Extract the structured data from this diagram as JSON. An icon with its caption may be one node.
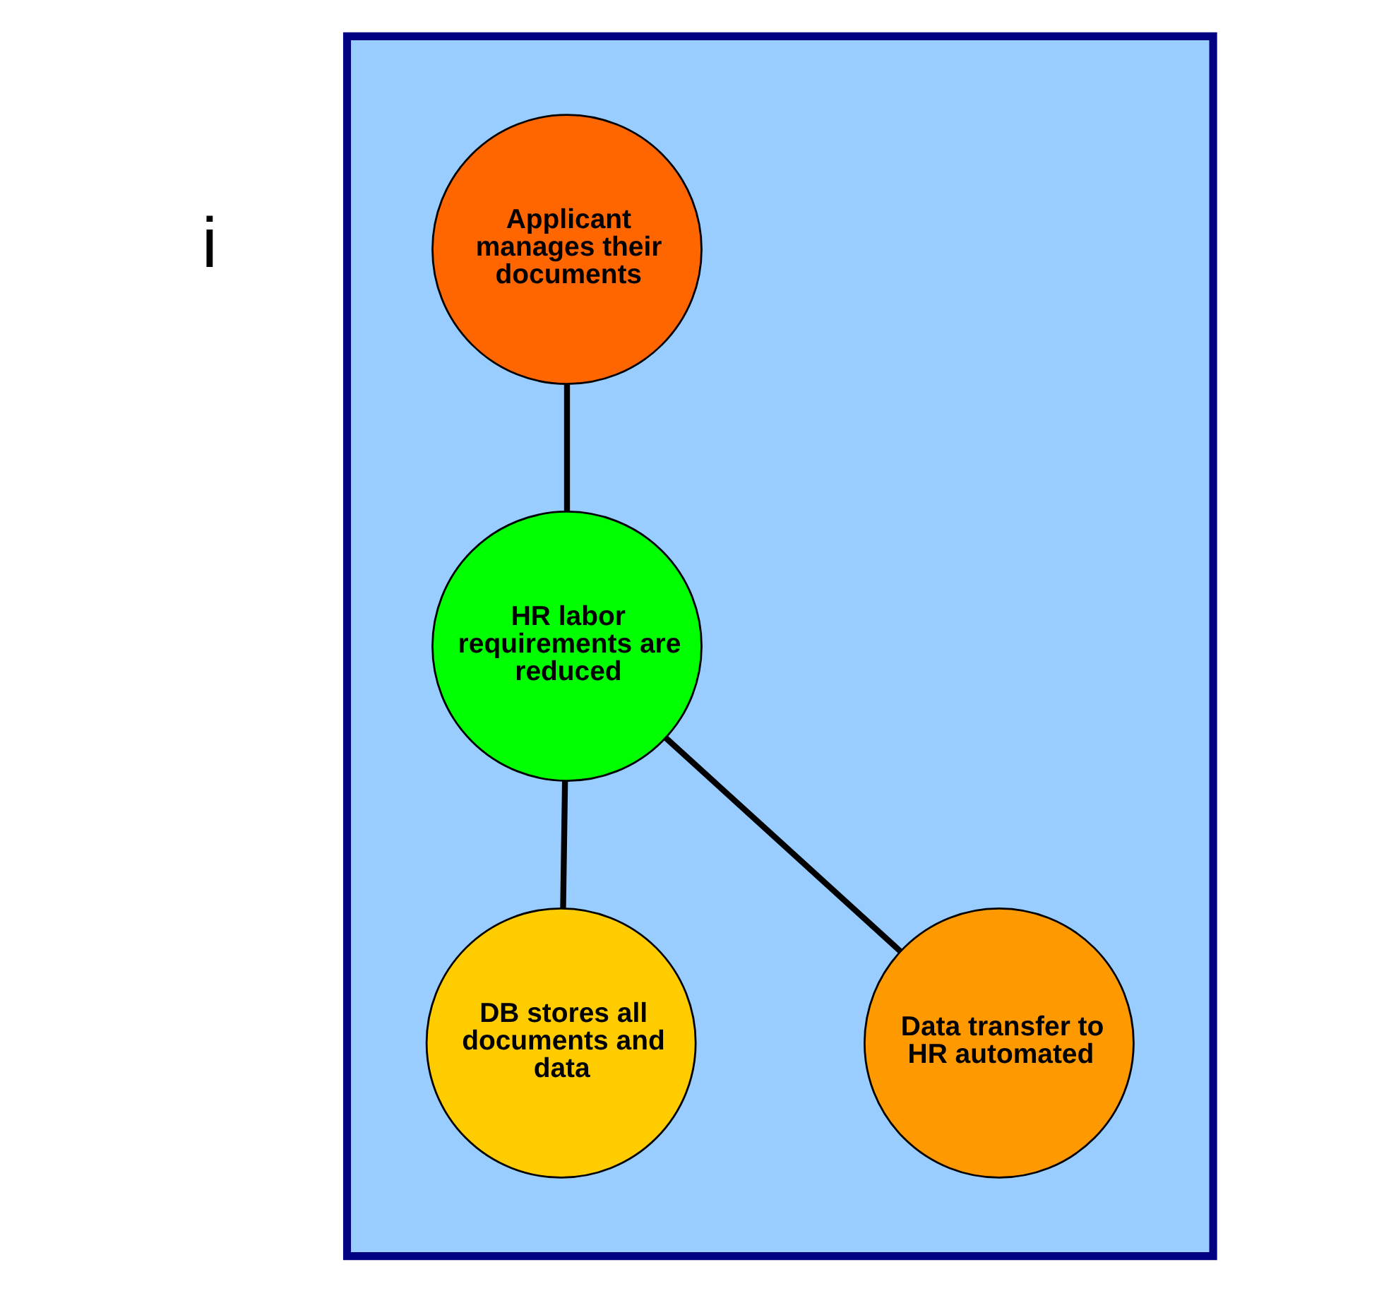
{
  "diagram": {
    "nodes": [
      {
        "text": [],
        "shape": "box"
      },
      {
        "text": [
          "Applicant manages their documents"
        ],
        "in": 0
      },
      {
        "text": [
          "HR labor requirements are reduced"
        ],
        "in": 0
      },
      {
        "text": [
          "DB stores all documents and data"
        ],
        "in": 0
      },
      {
        "text": [
          "Data transfer to HR automated"
        ],
        "in": 0
      }
    ],
    "edges": [
      {
        "from": 1,
        "to": 2,
        "arrow": "none"
      },
      {
        "from": 2,
        "to": 3,
        "arrow": "none"
      },
      {
        "from": 2,
        "to": 4,
        "arrow": "none"
      }
    ],
    "labels": [
      "i"
    ]
  }
}
